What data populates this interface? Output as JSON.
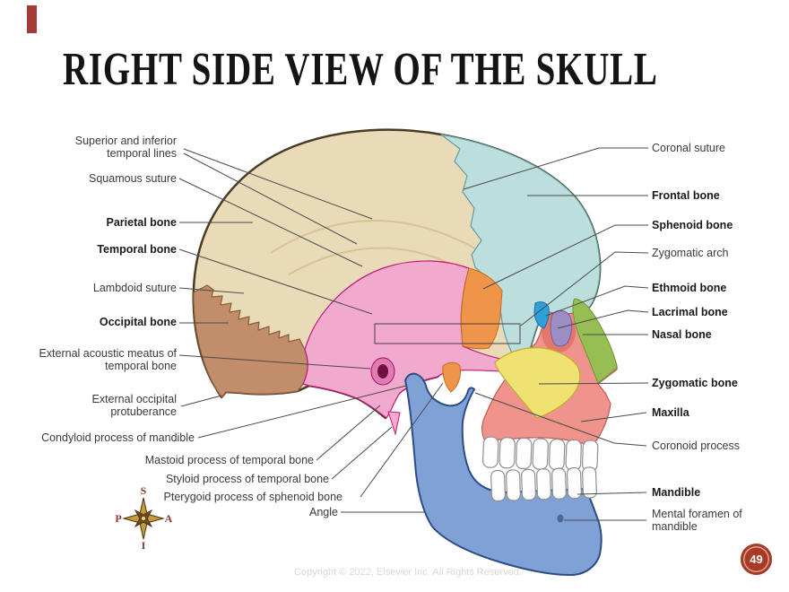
{
  "title": "RIGHT SIDE VIEW OF THE SKULL",
  "page_number": "49",
  "footer": {
    "copyright": "Copyright © 2022, Elsevier Inc. All Rights Reserved."
  },
  "compass": {
    "top": "S",
    "right": "A",
    "left": "P",
    "bottom": "I"
  },
  "colors": {
    "accent_red": "#A43A35",
    "badge_red": "#A93A24",
    "parietal": "#E9DAB8",
    "frontal": "#BCDEDC",
    "temporal": "#F2A9CE",
    "occipital": "#C28D6A",
    "sphenoid": "#EF9549",
    "ethmoid": "#2F9FD8",
    "lacrimal": "#9B8EC4",
    "nasal": "#97BE54",
    "zygomatic": "#EFE272",
    "maxilla": "#F0938C",
    "mandible": "#7FA1D6",
    "teeth": "#FDFDFD"
  },
  "labels": {
    "left": [
      {
        "text": "Superior and inferior temporal lines"
      },
      {
        "text": "Squamous suture"
      },
      {
        "text": "Parietal bone"
      },
      {
        "text": "Temporal bone"
      },
      {
        "text": "Lambdoid suture"
      },
      {
        "text": "Occipital bone"
      },
      {
        "text": "External acoustic meatus of temporal bone"
      },
      {
        "text": "External occipital protuberance"
      },
      {
        "text": "Condyloid process of mandible"
      },
      {
        "text": "Mastoid process of temporal bone"
      },
      {
        "text": "Styloid process of temporal bone"
      },
      {
        "text": "Pterygoid process of sphenoid bone"
      },
      {
        "text": "Angle"
      }
    ],
    "right": [
      {
        "text": "Coronal suture"
      },
      {
        "text": "Frontal bone"
      },
      {
        "text": "Sphenoid bone"
      },
      {
        "text": "Zygomatic arch"
      },
      {
        "text": "Ethmoid bone"
      },
      {
        "text": "Lacrimal bone"
      },
      {
        "text": "Nasal bone"
      },
      {
        "text": "Zygomatic bone"
      },
      {
        "text": "Maxilla"
      },
      {
        "text": "Coronoid process"
      },
      {
        "text": "Mandible"
      },
      {
        "text": "Mental foramen of mandible"
      }
    ]
  }
}
